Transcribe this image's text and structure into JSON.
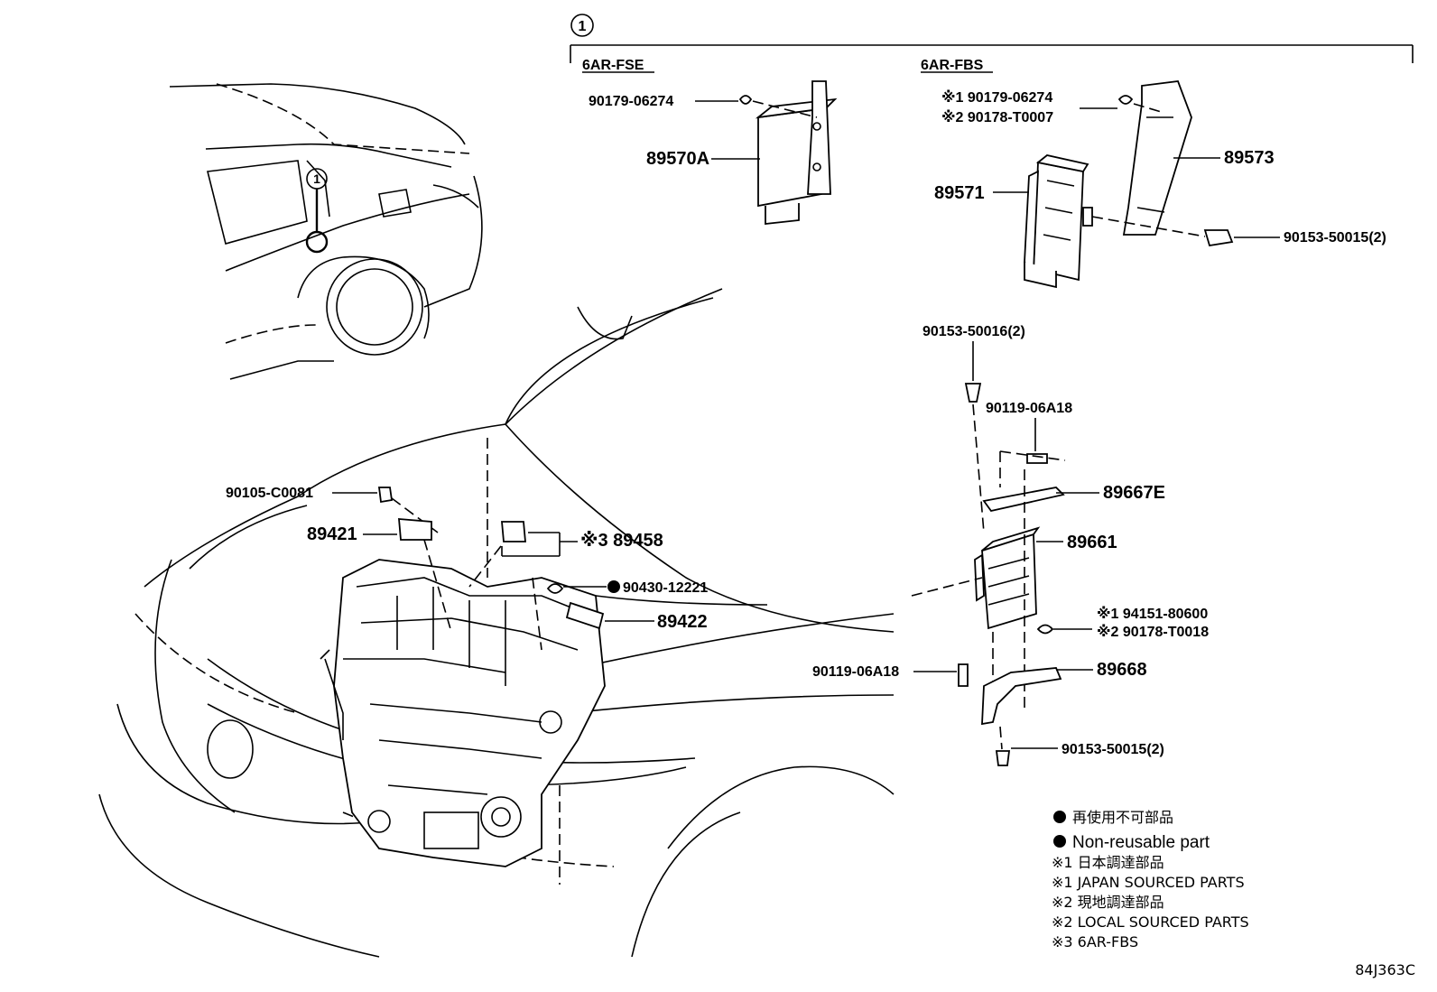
{
  "callout": {
    "number": "1"
  },
  "variants": {
    "left": "6AR-FSE",
    "right": "6AR-FBS"
  },
  "parts": {
    "p_90179_06274": "90179-06274",
    "p_89570A": "89570A",
    "p_mark1_90179": "※1 90179-06274",
    "p_mark2_90178": "※2 90178-T0007",
    "p_89573": "89573",
    "p_89571": "89571",
    "p_90153_50015_top": "90153-50015(2)",
    "p_90153_50016": "90153-50016(2)",
    "p_90119_06A18_upper": "90119-06A18",
    "p_89667E": "89667E",
    "p_89661": "89661",
    "p_mark1_94151": "※1 94151-80600",
    "p_mark2_90178_T0018": "※2 90178-T0018",
    "p_90119_06A18_lower": "90119-06A18",
    "p_89668": "89668",
    "p_90153_50015_bottom": "90153-50015(2)",
    "p_90105_C0081": "90105-C0081",
    "p_89421": "89421",
    "p_mark3_89458": "※3 89458",
    "p_90430_12221": "90430-12221",
    "p_89422": "89422"
  },
  "legend": {
    "nonreusable_jp": "再使用不可部品",
    "nonreusable_en": "Non-reusable part",
    "mark1_jp": "※1 日本調達部品",
    "mark1_en": "※1 JAPAN SOURCED PARTS",
    "mark2_jp": "※2 現地調達部品",
    "mark2_en": "※2 LOCAL SOURCED PARTS",
    "mark3": "※3 6AR-FBS"
  },
  "diagram_code": "84J363C"
}
